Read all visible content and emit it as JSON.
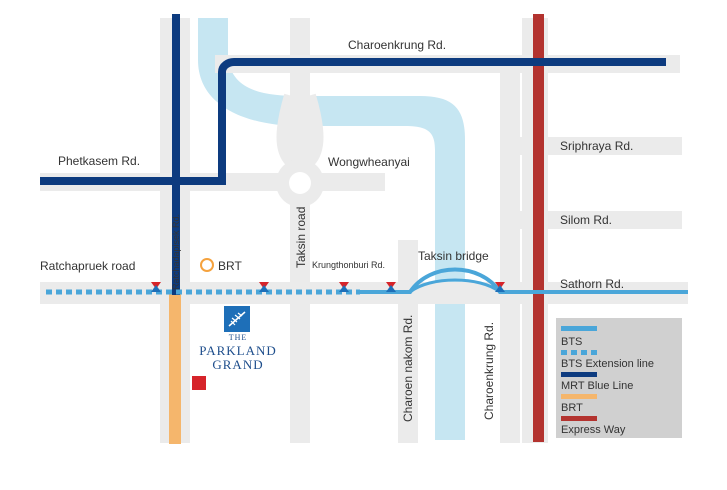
{
  "colors": {
    "river": "#c6e6f2",
    "road": "#ebebeb",
    "bts": "#4aa6d9",
    "bts_extension": "#4aa6d9",
    "mrt": "#0d3b7f",
    "brt": "#f5b66c",
    "express": "#b3332f",
    "legend_bg": "#d0d0d0"
  },
  "roads": {
    "charoenkrung_top": "Charoenkrung Rd.",
    "phetkasem": "Phetkasem Rd.",
    "wongwheanyai": "Wongwheanyai",
    "sriphraya": "Sriphraya Rd.",
    "silom": "Silom Rd.",
    "sathorn": "Sathorn Rd.",
    "ratchapruek": "Ratchapruek road",
    "krungthonburi": "Krungthonburi Rd.",
    "taksin_bridge": "Taksin bridge",
    "ratchadapisek": "Ratchadapisek Rd.",
    "taksin_road": "Taksin road",
    "charoen_nakom": "Charoen nakom Rd.",
    "charoenkrung_vertical": "Charoenkrung Rd."
  },
  "brt_marker_label": "BRT",
  "legend": [
    {
      "label": "BTS",
      "style": "solid",
      "color": "#4aa6d9"
    },
    {
      "label": "BTS Extension line",
      "style": "dashed",
      "color": "#4aa6d9"
    },
    {
      "label": "MRT Blue Line",
      "style": "solid",
      "color": "#0d3b7f"
    },
    {
      "label": "BRT",
      "style": "solid",
      "color": "#f5b66c"
    },
    {
      "label": "Express Way",
      "style": "solid",
      "color": "#b3332f"
    }
  ],
  "project": {
    "brand_line1": "THE",
    "brand_line2": "PARKLAND",
    "brand_line3": "GRAND"
  },
  "icons": {
    "station": "bts-station-icon",
    "brt_stop": "brt-stop-icon",
    "logo": "parkland-leaf-logo-icon",
    "badge": "developer-badge-icon"
  }
}
